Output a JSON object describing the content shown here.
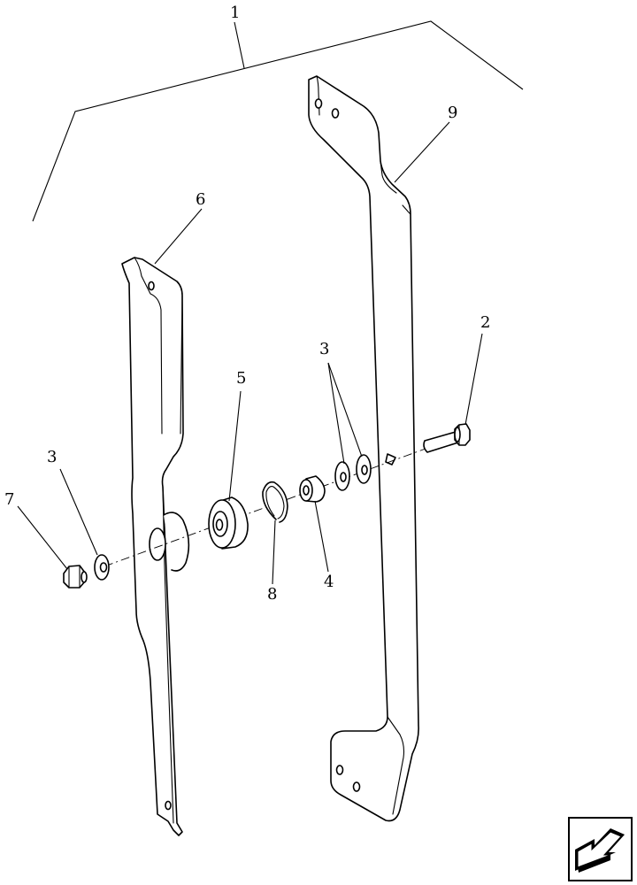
{
  "callouts": {
    "assembly": "1",
    "bolt": "2",
    "washer_left": "3",
    "washers_right": "3",
    "spacer": "4",
    "bearing": "5",
    "arm_left": "6",
    "nut": "7",
    "snap_ring": "8",
    "arm_right": "9"
  },
  "nav": {
    "icon": "arrow-down-left-icon",
    "button": "previous-page"
  },
  "colors": {
    "line": "#000000",
    "background": "#ffffff",
    "nav_fill": "#000000"
  }
}
